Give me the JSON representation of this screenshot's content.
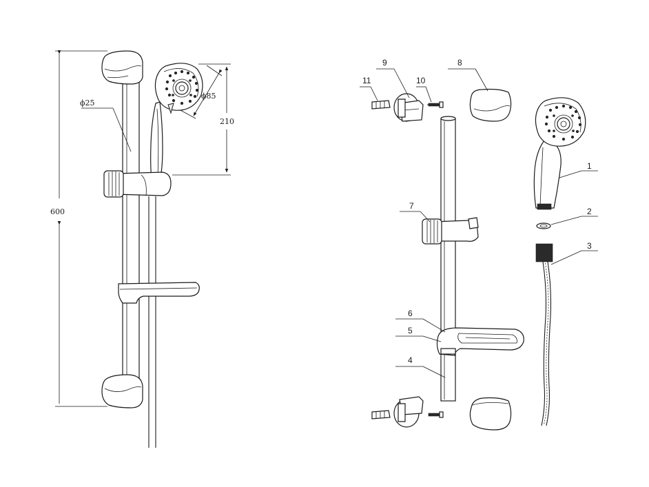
{
  "dimensions": {
    "total_height": "600",
    "bar_diameter": "ϕ25",
    "head_diameter": "ϕ85",
    "head_offset": "210"
  },
  "part_labels": [
    "1",
    "2",
    "3",
    "4",
    "5",
    "6",
    "7",
    "8",
    "9",
    "10",
    "11"
  ]
}
